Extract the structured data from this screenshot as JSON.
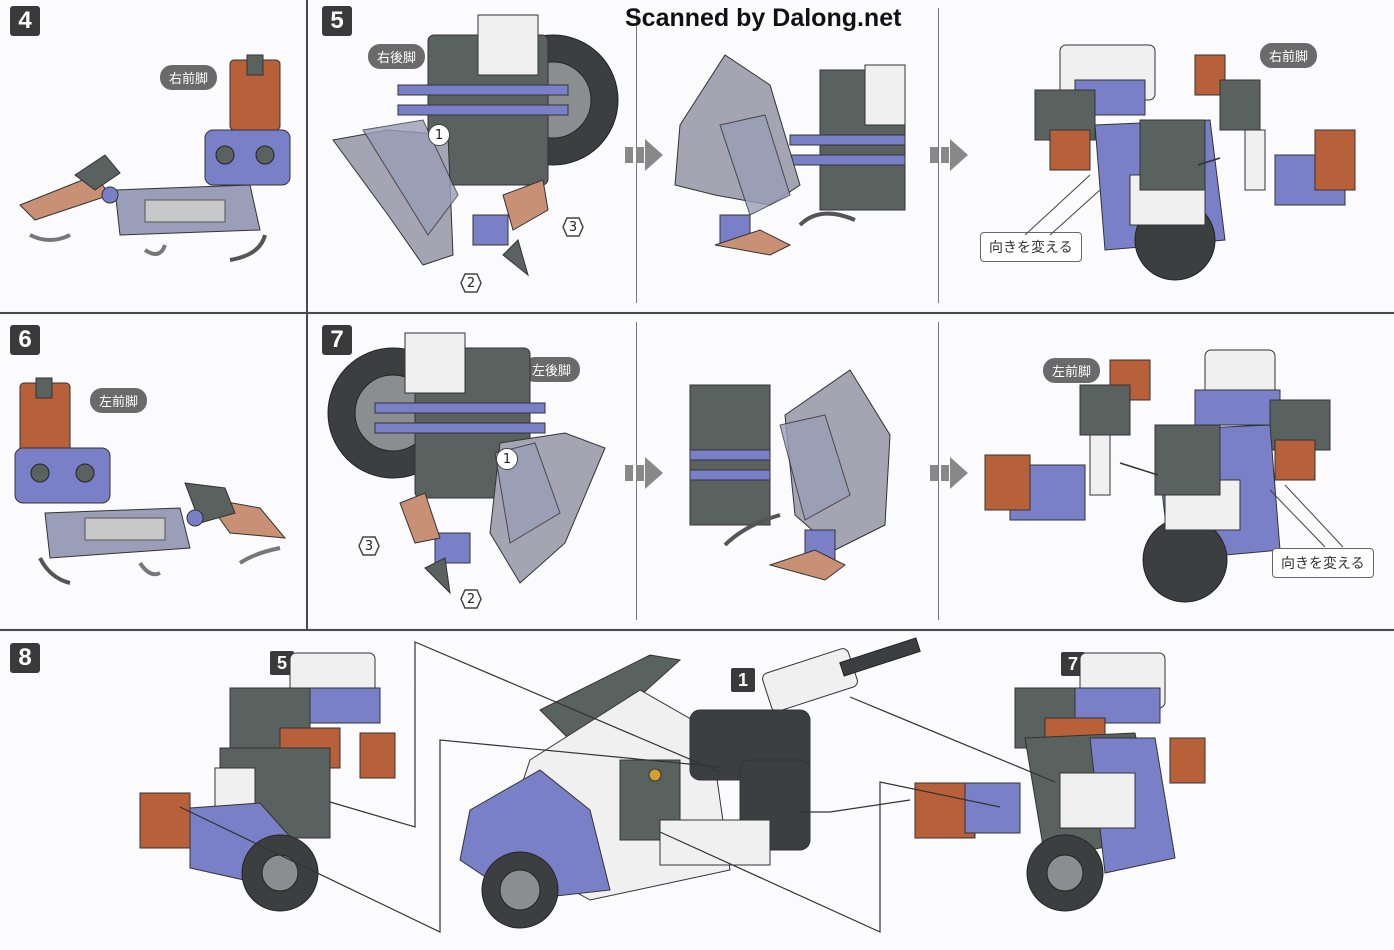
{
  "watermark": "Scanned by Dalong.net",
  "steps": {
    "s4": "4",
    "s5": "5",
    "s6": "6",
    "s7": "7",
    "s8": "8"
  },
  "labels": {
    "right_front_leg": "右前脚",
    "right_rear_leg": "右後脚",
    "left_front_leg": "左前脚",
    "left_rear_leg": "左後脚",
    "change_direction": "向きを変える"
  },
  "markers": {
    "m1": "1",
    "m2": "2",
    "m3": "3"
  },
  "step8_refs": {
    "r5": "5",
    "r1": "1",
    "r7": "7"
  },
  "colors": {
    "blue_part": "#7a80c8",
    "orange_part": "#b8603a",
    "grey_frame": "#5a6260",
    "white_armor": "#f0f0f0",
    "tire": "#3c3f3f"
  }
}
